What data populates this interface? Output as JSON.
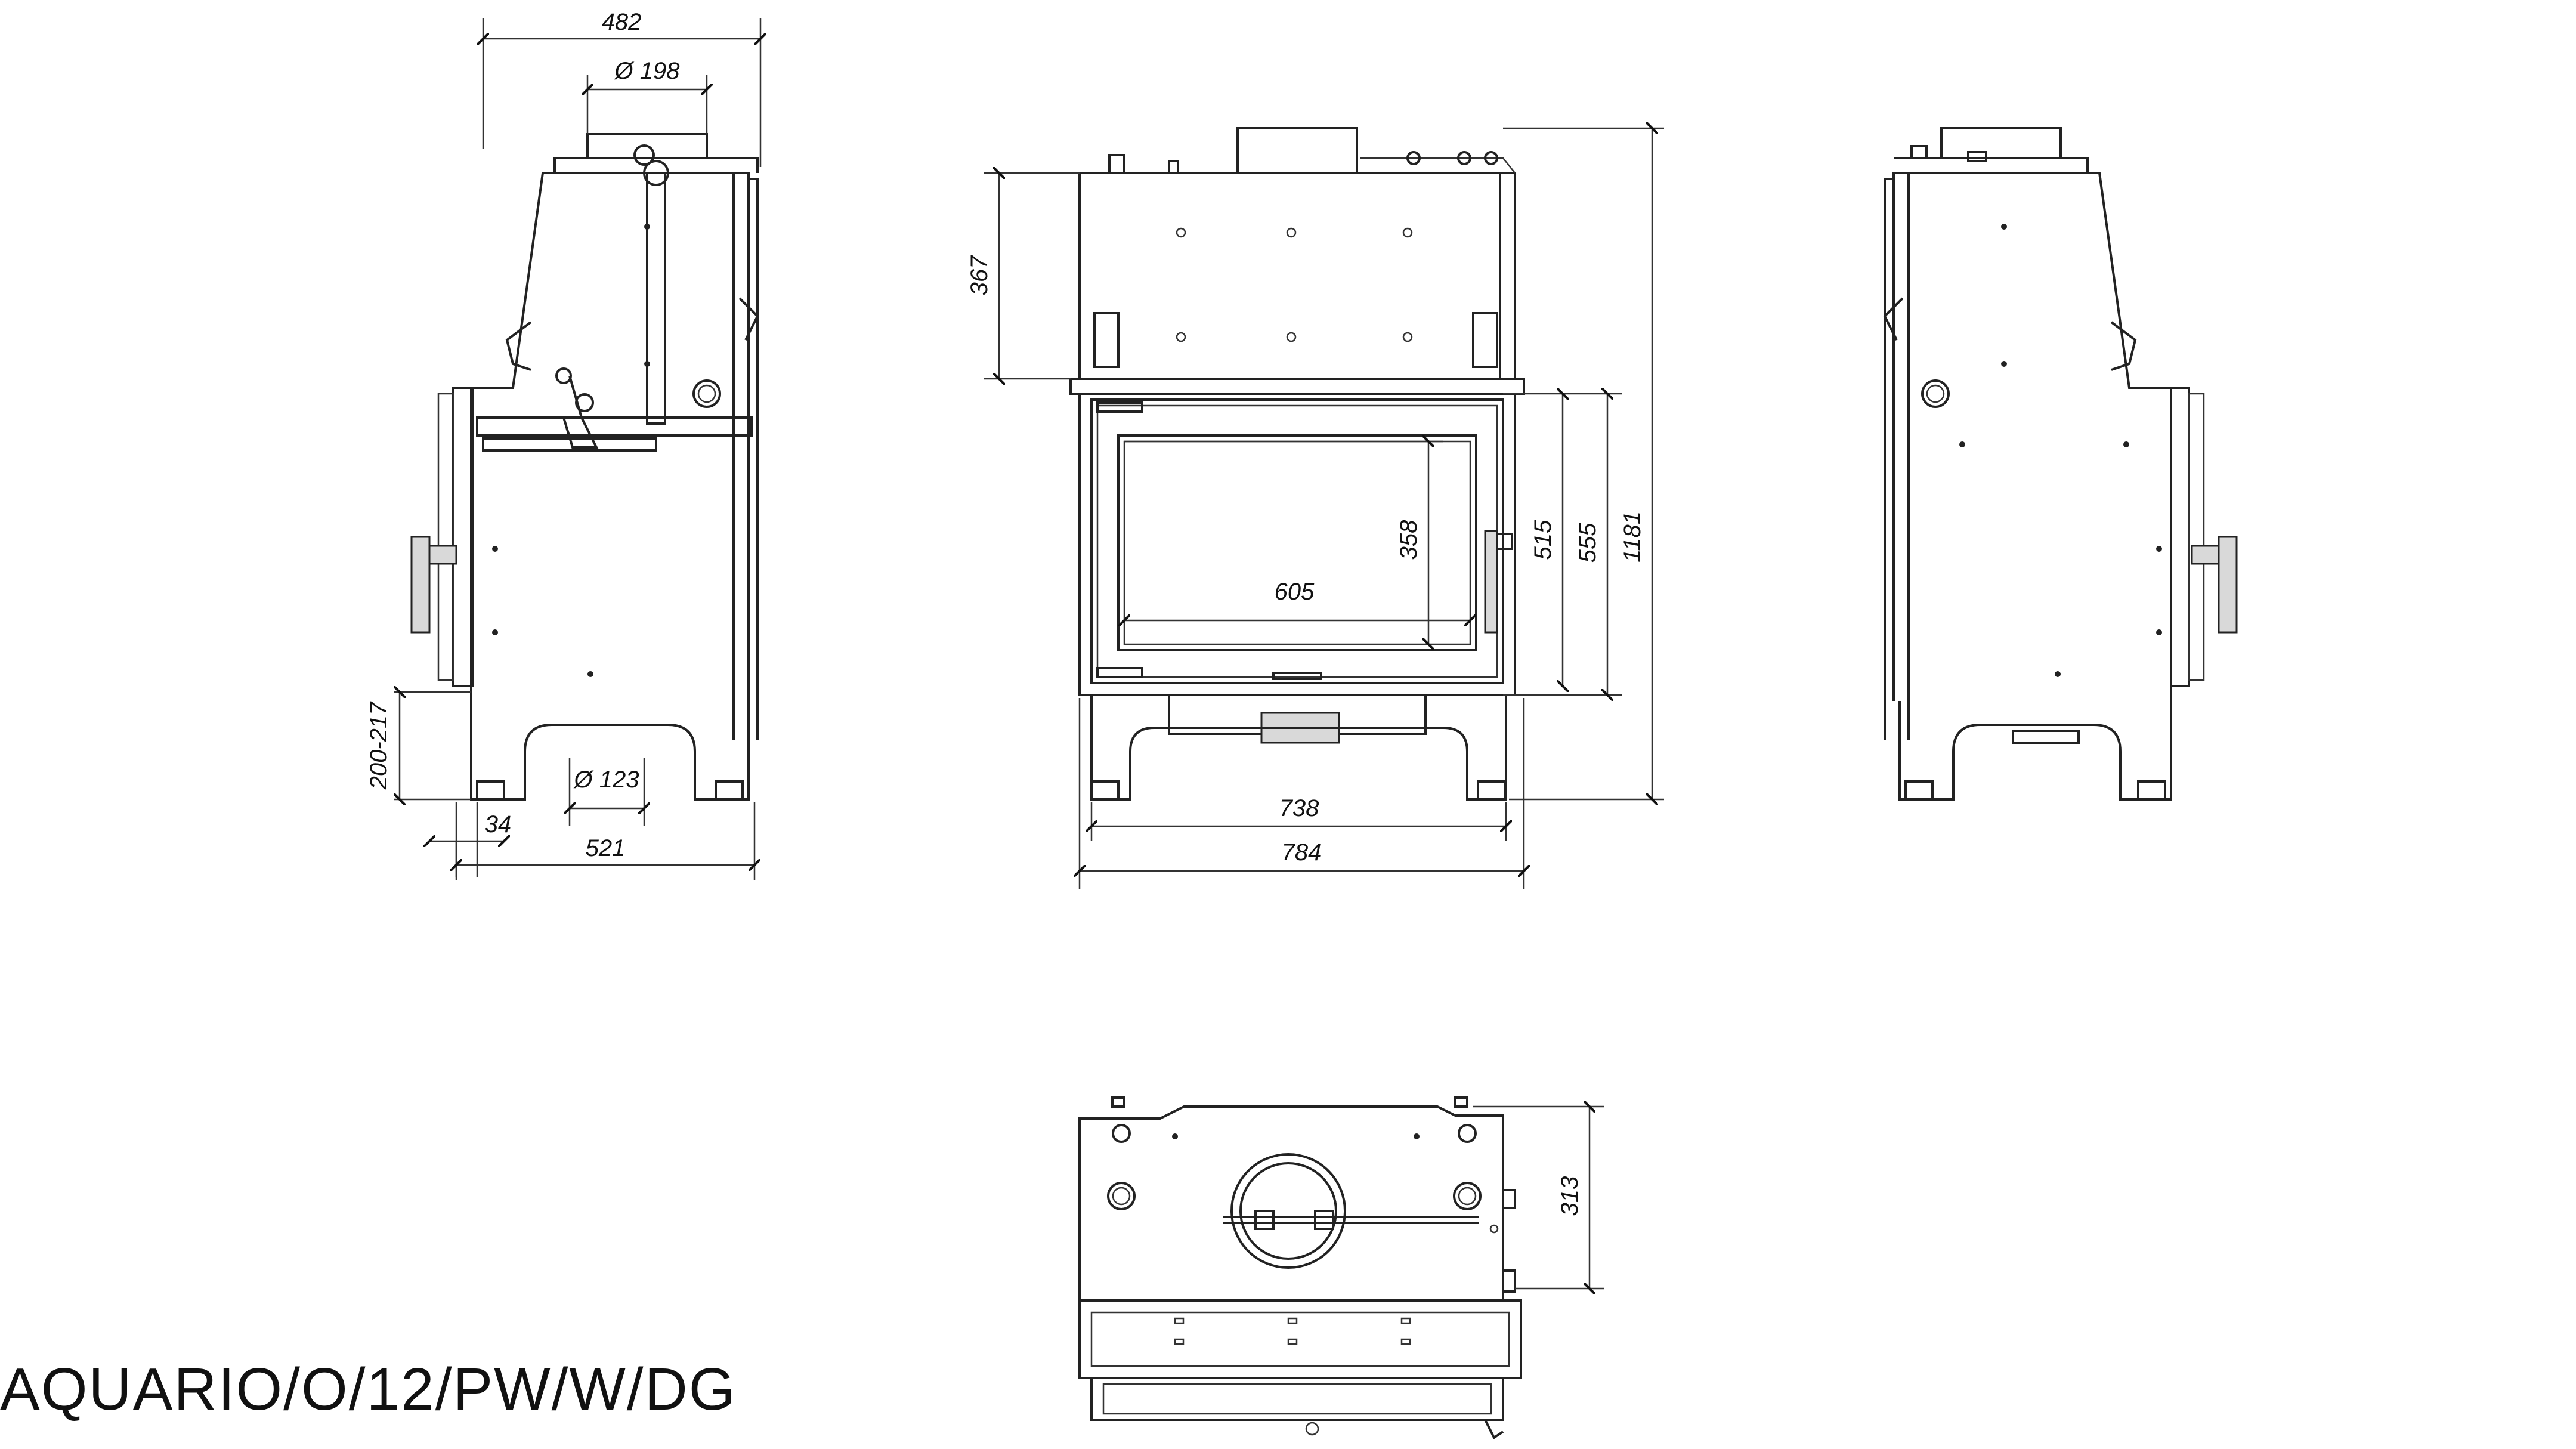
{
  "model_name": "AQUARIO/O/12/PW/W/DG",
  "views": {
    "left_side": {
      "dims": {
        "top_width": "482",
        "flue_diameter": "Ø 198",
        "height_range": "200-217",
        "inlet_diameter": "Ø 123",
        "foot_offset": "34",
        "bottom_width": "521"
      }
    },
    "front": {
      "dims": {
        "upper_height": "367",
        "glass_height": "358",
        "glass_width": "605",
        "door_inner_height": "515",
        "door_outer_height": "555",
        "total_height": "1181",
        "base_width": "738",
        "total_width": "784"
      }
    },
    "top": {
      "dims": {
        "depth": "313"
      }
    }
  }
}
